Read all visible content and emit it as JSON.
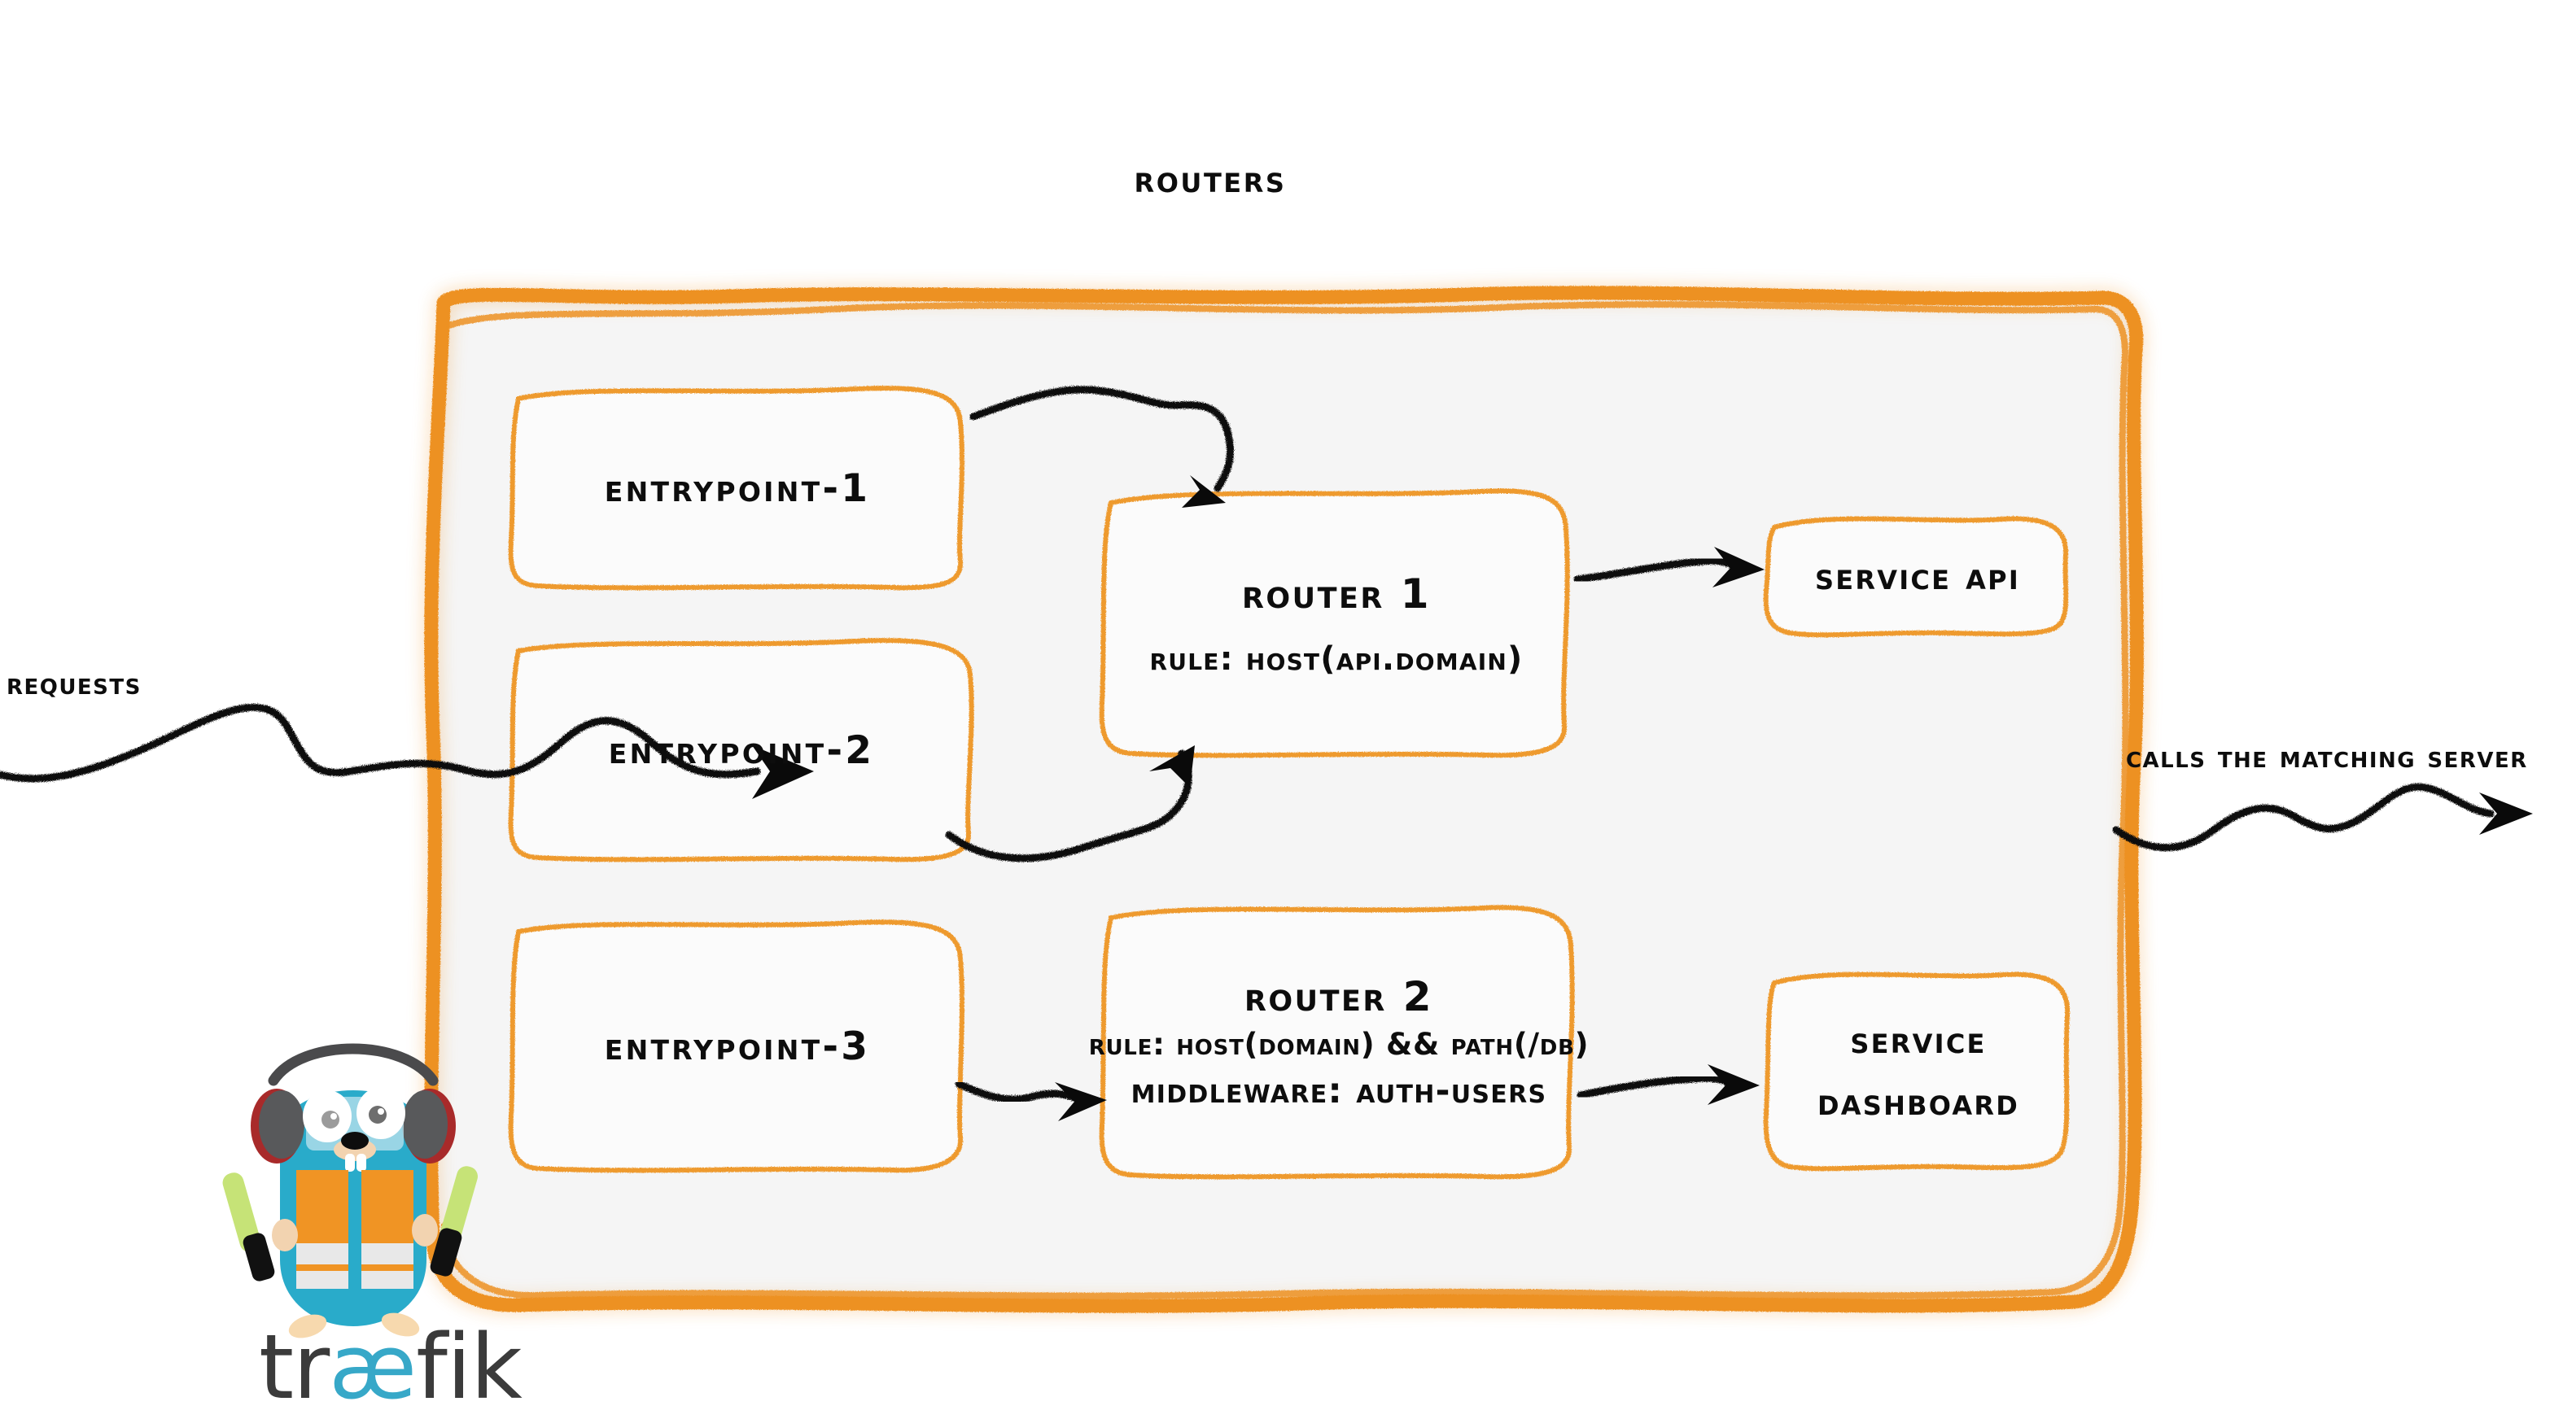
{
  "diagram": {
    "title": "Routers",
    "accent_color": "#ED9121",
    "panel_fill": "#F5F5F5",
    "text_color": "#111111"
  },
  "entrypoints": [
    {
      "label": "entrypoint-1"
    },
    {
      "label": "entrypoint-2"
    },
    {
      "label": "entrypoint-3"
    }
  ],
  "routers": [
    {
      "title": "Router 1",
      "rule": "rule: Host(api.domain)",
      "middleware": ""
    },
    {
      "title": "Router 2",
      "rule": "rule: Host(domain) && Path(/db)",
      "middleware": "Middleware: auth-users"
    }
  ],
  "services": [
    {
      "line1": "Service API",
      "line2": ""
    },
    {
      "line1": "Service",
      "line2": "Dashboard"
    }
  ],
  "annotations": {
    "requests": "Requests",
    "outgoing": "Calls the matching server"
  },
  "logo": {
    "wordmark_prefix": "tr",
    "wordmark_ligature": "æ",
    "wordmark_suffix": "fik",
    "mascot": "traefik-gopher-mascot",
    "body_color": "#29ABCA",
    "vest_color": "#F09424",
    "stripe_color": "#E8E8E8",
    "wand_color": "#C6E377",
    "headphone_color": "#58595B",
    "headphone_accent": "#A82A2A",
    "wordmark_color": "#3b3b3b",
    "ligature_color": "#37a8c8"
  }
}
